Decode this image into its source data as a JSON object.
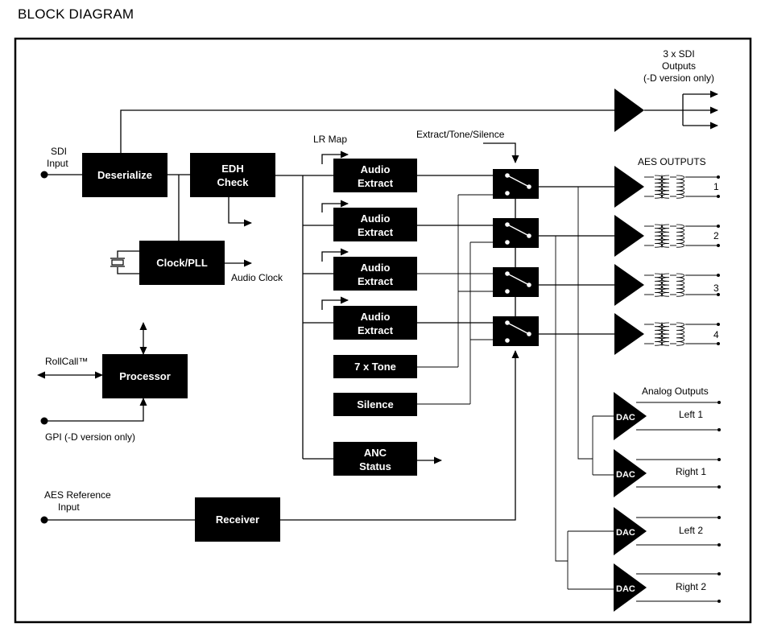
{
  "title": "BLOCK DIAGRAM",
  "inputs": {
    "sdi_line1": "SDI",
    "sdi_line2": "Input",
    "rollcall": "RollCall™",
    "gpi": "GPI (-D version only)",
    "aes_ref_line1": "AES Reference",
    "aes_ref_line2": "Input"
  },
  "blocks": {
    "deserialize": "Deserialize",
    "edh_line1": "EDH",
    "edh_line2": "Check",
    "clock_pll": "Clock/PLL",
    "processor": "Processor",
    "audio_extract_line1": "Audio",
    "audio_extract_line2": "Extract",
    "tone": "7 x Tone",
    "silence": "Silence",
    "anc_line1": "ANC",
    "anc_line2": "Status",
    "receiver": "Receiver",
    "dac": "DAC"
  },
  "labels": {
    "audio_clock": "Audio Clock",
    "lr_map": "LR Map",
    "extract_tone_silence": "Extract/Tone/Silence"
  },
  "outputs": {
    "sdi_line1": "3 x SDI",
    "sdi_line2": "Outputs",
    "sdi_line3": "(-D version only)",
    "aes_title": "AES OUTPUTS",
    "aes_numbers": [
      "1",
      "2",
      "3",
      "4"
    ],
    "analog_title": "Analog Outputs",
    "analog_channels": [
      "Left 1",
      "Right 1",
      "Left 2",
      "Right 2"
    ]
  }
}
